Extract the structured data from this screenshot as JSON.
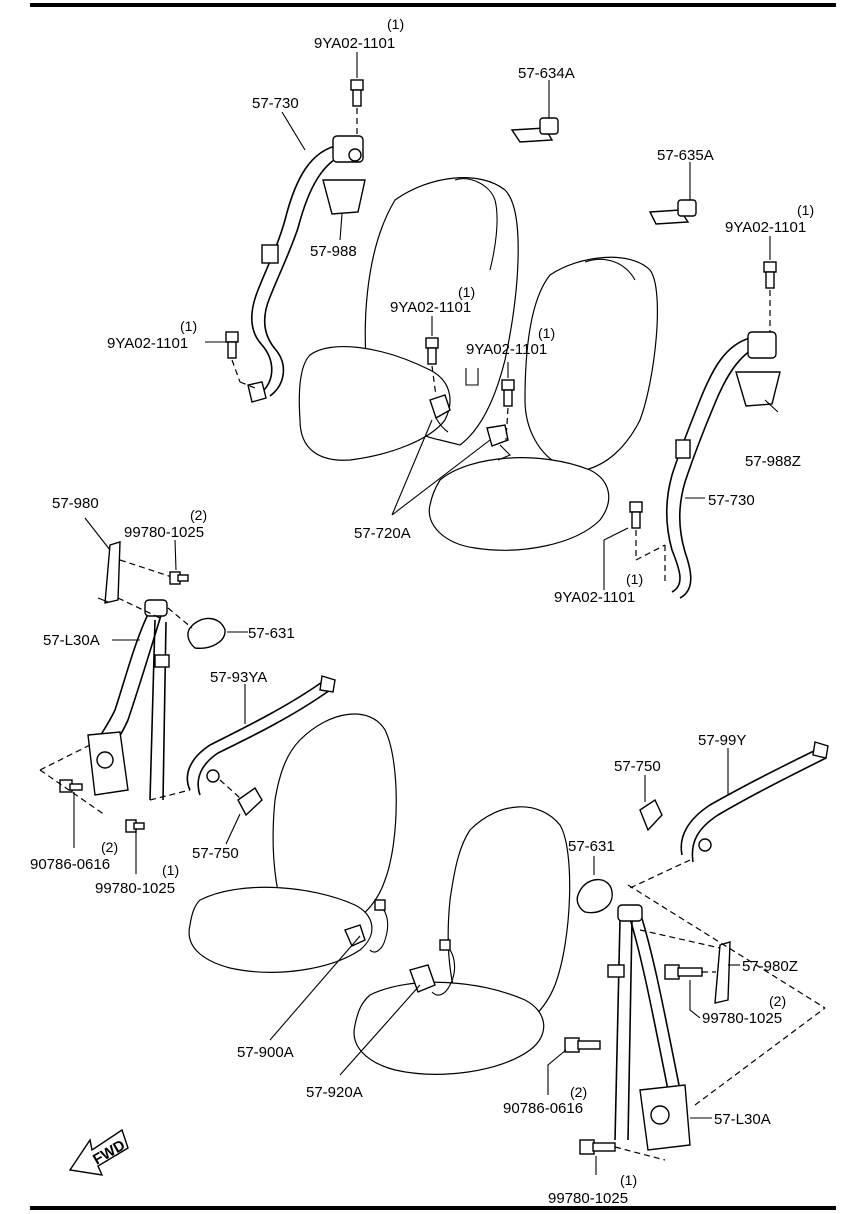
{
  "labels": {
    "l1": "9YA02-1101",
    "q1": "(1)",
    "l2": "57-730",
    "l3": "57-634A",
    "l4": "57-635A",
    "l5": "9YA02-1101",
    "q5": "(1)",
    "l6": "57-988",
    "l7": "9YA02-1101",
    "q7": "(1)",
    "l8": "9YA02-1101",
    "q8": "(1)",
    "l9": "9YA02-1101",
    "q9": "(1)",
    "l10": "57-988Z",
    "l11": "57-730",
    "l12": "57-720A",
    "l13": "9YA02-1101",
    "q13": "(1)",
    "l14": "57-980",
    "l15": "99780-1025",
    "q15": "(2)",
    "l16": "57-L30A",
    "l17": "57-631",
    "l18": "57-93YA",
    "l19": "57-750",
    "l20": "57-99Y",
    "l21": "57-750",
    "l22": "90786-0616",
    "q22": "(2)",
    "l23": "99780-1025",
    "q23": "(1)",
    "l24": "57-631",
    "l25": "57-980Z",
    "l26": "99780-1025",
    "q26": "(2)",
    "l27": "57-900A",
    "l28": "57-920A",
    "l29": "90786-0616",
    "q29": "(2)",
    "l30": "57-L30A",
    "l31": "99780-1025",
    "q31": "(1)"
  },
  "fwd": "FWD"
}
